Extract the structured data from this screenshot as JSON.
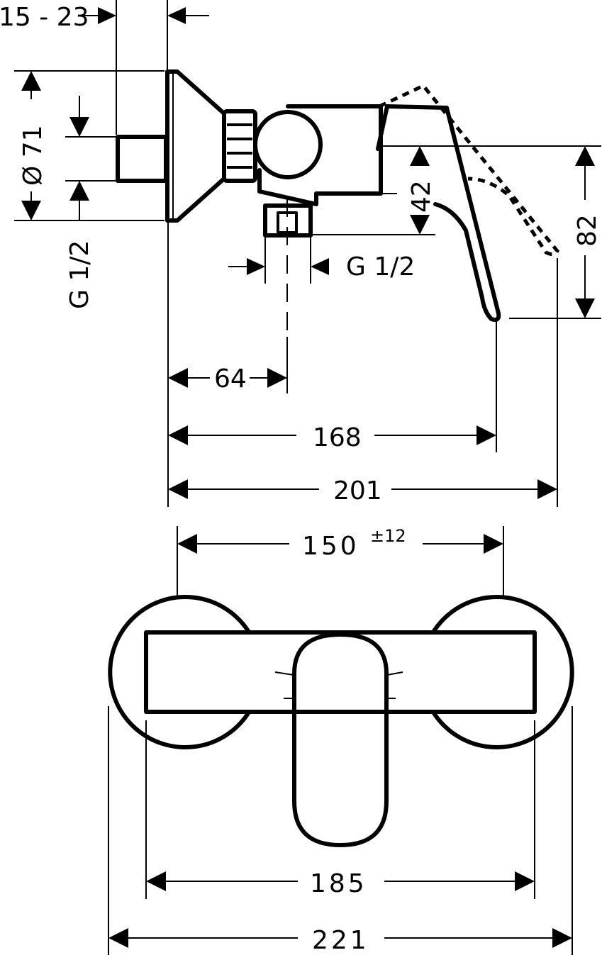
{
  "dimensions": {
    "wall_adjust": "15 - 23",
    "flange_diameter": "Ø 71",
    "inlet_thread": "G 1/2",
    "outlet_thread": "G 1/2",
    "outlet_height": "42",
    "lever_height": "82",
    "outlet_distance": "64",
    "lever_projection": "168",
    "total_projection": "201",
    "center_distance": "150",
    "center_tolerance": "±12",
    "body_width": "185",
    "total_width": "221"
  }
}
